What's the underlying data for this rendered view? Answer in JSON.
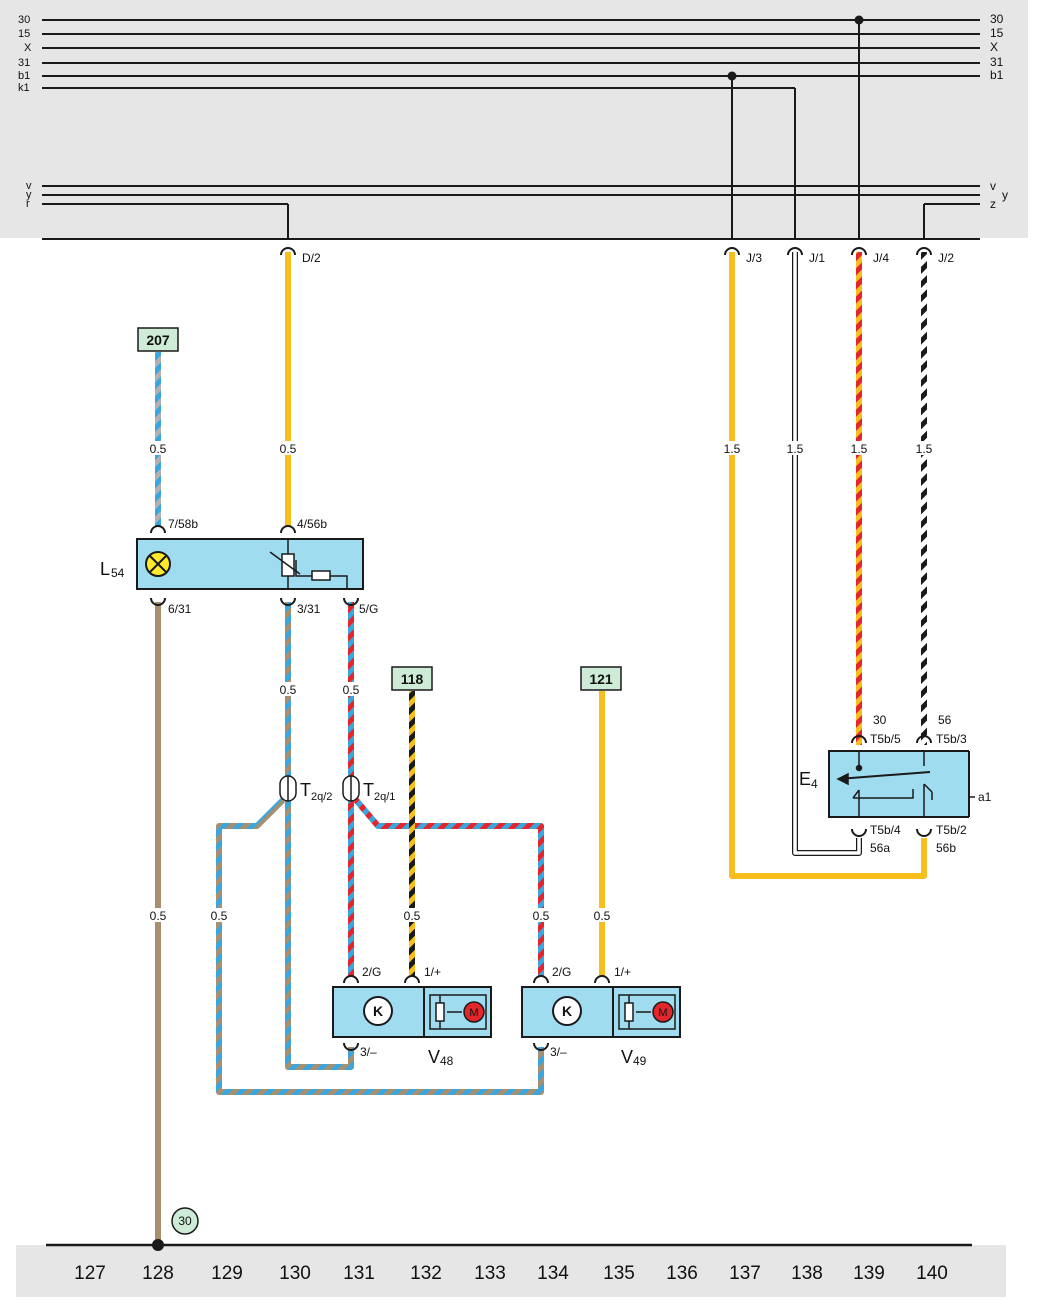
{
  "bus": {
    "left_labels": [
      "30",
      "15",
      "X",
      "31",
      "b1",
      "k1",
      "v",
      "y",
      "r"
    ],
    "right_labels": [
      "30",
      "15",
      "X",
      "31",
      "b1",
      "v",
      "z"
    ],
    "right_y_label": "y"
  },
  "connectors": {
    "d2": "D/2",
    "j3": "J/3",
    "j1": "J/1",
    "j4": "J/4",
    "j2": "J/2"
  },
  "refs": {
    "r207": "207",
    "r118": "118",
    "r121": "121",
    "r30": "30"
  },
  "wire_sizes": {
    "w207": "0.5",
    "wD2": "0.5",
    "wJ3": "1.5",
    "wJ1": "1.5",
    "wJ4": "1.5",
    "wJ2": "1.5",
    "w3_31": "0.5",
    "w5G": "0.5",
    "w118": "0.5",
    "w121": "0.5",
    "w6_31": "0.5",
    "wLoop": "0.5",
    "wV48_2G": "0.5",
    "wV49_2G": "0.5"
  },
  "l54": {
    "name": "L",
    "sub": "54",
    "pin_7_58b": "7/58b",
    "pin_4_56b": "4/56b",
    "pin_6_31": "6/31",
    "pin_3_31": "3/31",
    "pin_5_G": "5/G"
  },
  "t2q2": {
    "name": "T",
    "sub": "2q/2"
  },
  "t2q1": {
    "name": "T",
    "sub": "2q/1"
  },
  "v48": {
    "name": "V",
    "sub": "48",
    "pin_2G": "2/G",
    "pin_1p": "1/+",
    "pin_3m": "3/–",
    "motor": "M",
    "k": "K"
  },
  "v49": {
    "name": "V",
    "sub": "49",
    "pin_2G": "2/G",
    "pin_1p": "1/+",
    "pin_3m": "3/–",
    "motor": "M",
    "k": "K"
  },
  "e4": {
    "name": "E",
    "sub": "4",
    "t30": "30",
    "t56": "56",
    "t5b5": "T5b/5",
    "t5b3": "T5b/3",
    "t5b4": "T5b/4",
    "t5b2": "T5b/2",
    "t56a": "56a",
    "t56b": "56b",
    "a1": "a1"
  },
  "columns": [
    "127",
    "128",
    "129",
    "130",
    "131",
    "132",
    "133",
    "134",
    "135",
    "136",
    "137",
    "138",
    "139",
    "140"
  ],
  "colors": {
    "bus_bg": "#e6e6e6",
    "box_fill": "#9fdcef",
    "ref_fill": "#cdebd6",
    "yellow": "#f7be1e",
    "brown": "#a78f6f",
    "blue": "#3aa6df",
    "red": "#e3262c",
    "black": "#1a1a1a",
    "grey": "#b0b0b0"
  }
}
